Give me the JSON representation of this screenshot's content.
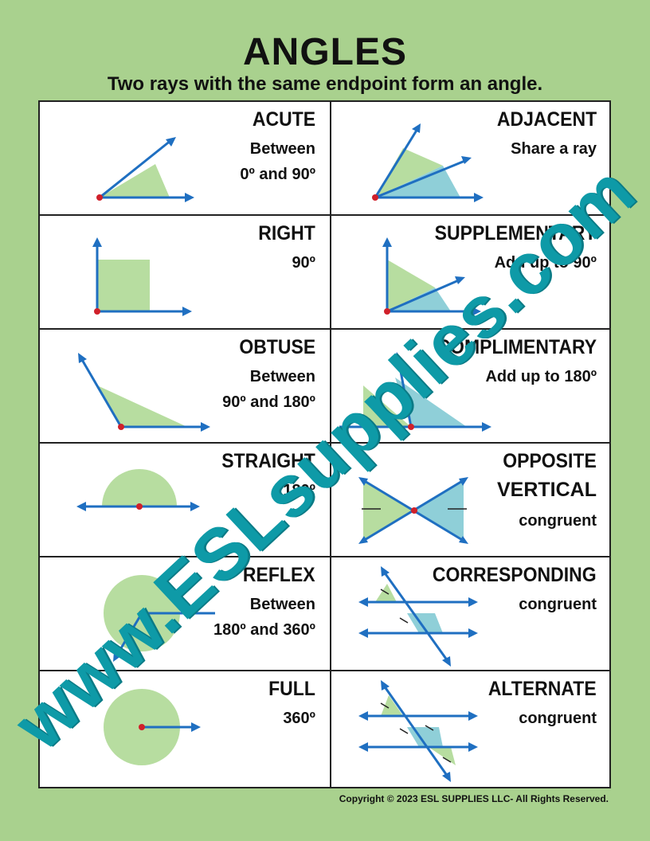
{
  "title": "ANGLES",
  "subtitle": "Two rays with the same endpoint form an angle.",
  "cells": [
    {
      "name": "ACUTE",
      "d1": "Between",
      "d2": "0º and 90º"
    },
    {
      "name": "ADJACENT",
      "d1": "Share a ray",
      "d2": ""
    },
    {
      "name": "RIGHT",
      "d1": "90º",
      "d2": ""
    },
    {
      "name": "SUPPLEMENTARY",
      "d1": "Add up to 90º",
      "d2": ""
    },
    {
      "name": "OBTUSE",
      "d1": "Between",
      "d2": "90º and 180º"
    },
    {
      "name": "COMPLIMENTARY",
      "d1": "Add up to 180º",
      "d2": ""
    },
    {
      "name": "STRAIGHT",
      "d1": "180º",
      "d2": ""
    },
    {
      "name": "OPPOSITE",
      "d1": "VERTICAL",
      "d2": "congruent"
    },
    {
      "name": "REFLEX",
      "d1": "Between",
      "d2": "180º and 360º"
    },
    {
      "name": "CORRESPONDING",
      "d1": "congruent",
      "d2": ""
    },
    {
      "name": "FULL",
      "d1": "360º",
      "d2": ""
    },
    {
      "name": "ALTERNATE",
      "d1": "congruent",
      "d2": ""
    }
  ],
  "copyright": "Copyright © 2023 ESL SUPPLIES LLC- All Rights Reserved.",
  "watermark": "www.ESLsupplies.com",
  "colors": {
    "background": "#a9d18e",
    "ray": "#1f6fc1",
    "fill_green": "#b7dda0",
    "fill_teal": "#8fcfd8",
    "vertex": "#d0202a",
    "watermark": "#0e9aa7"
  }
}
